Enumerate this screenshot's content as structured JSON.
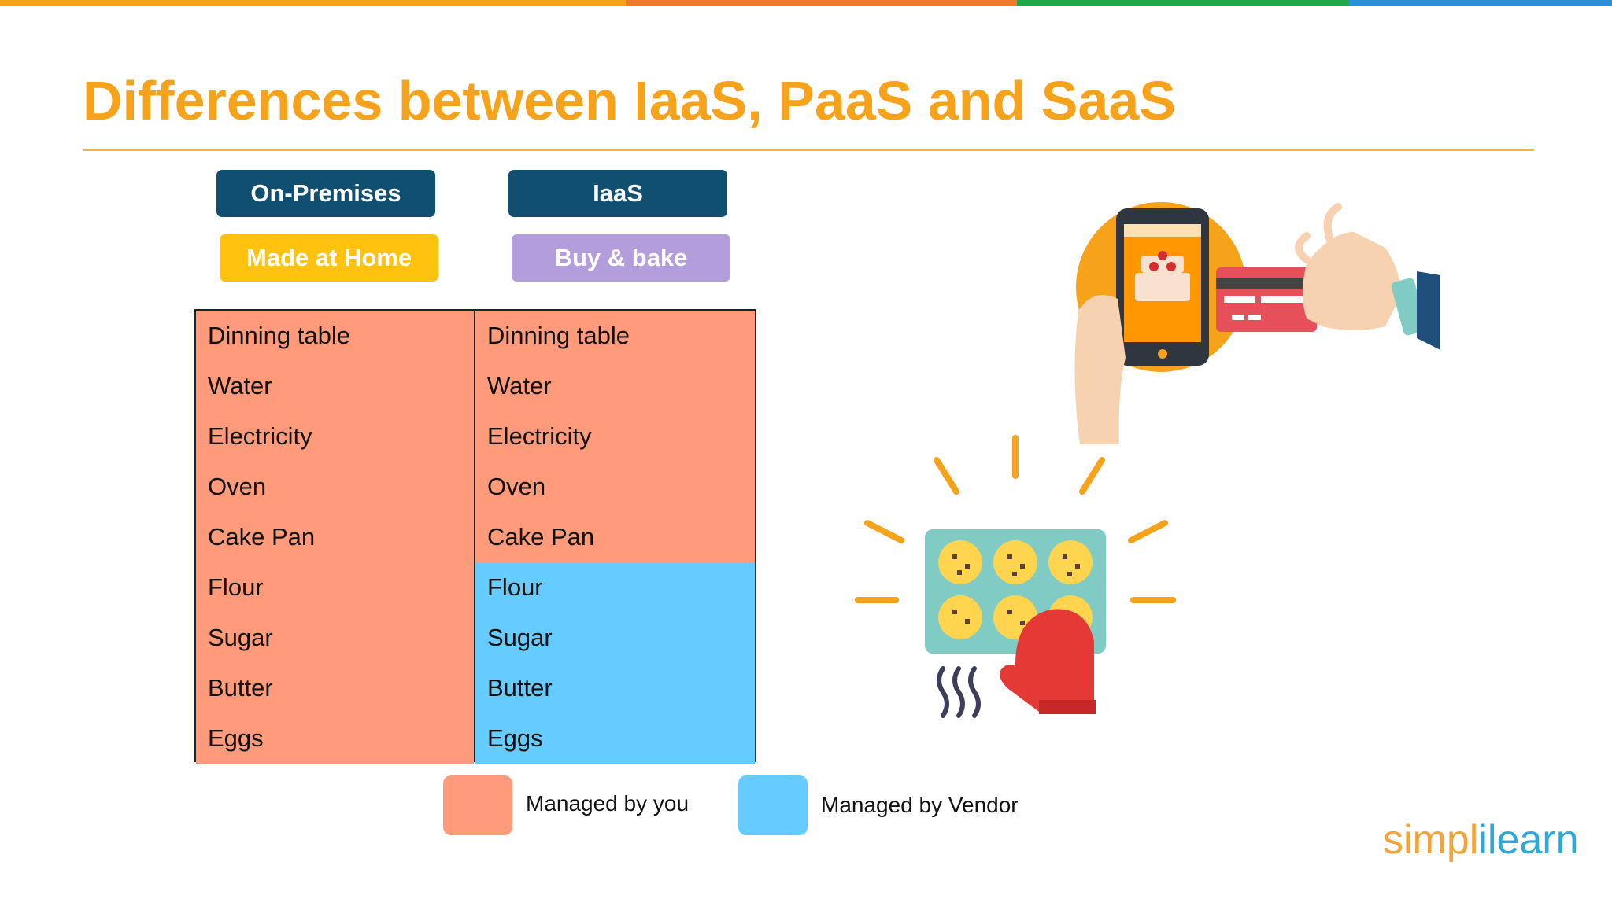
{
  "slide": {
    "title": "Differences between IaaS, PaaS and SaaS",
    "colors": {
      "title": "#F7A21B",
      "rule": "#F2B24A",
      "bar": [
        "#F7A21B",
        "#F07A2C",
        "#1EA84A",
        "#2B8FD8"
      ],
      "managed_by_you": "#FF9B7B",
      "managed_by_vendor": "#66CCFF",
      "header_dark": "#114F71",
      "made_at_home": "#FFC20E",
      "buy_bake": "#B39DDB"
    }
  },
  "columns": [
    {
      "header": "On-Premises",
      "subheader": "Made at Home",
      "rows": [
        {
          "label": "Dinning table",
          "managed": "you"
        },
        {
          "label": "Water",
          "managed": "you"
        },
        {
          "label": "Electricity",
          "managed": "you"
        },
        {
          "label": "Oven",
          "managed": "you"
        },
        {
          "label": "Cake Pan",
          "managed": "you"
        },
        {
          "label": "Flour",
          "managed": "you"
        },
        {
          "label": "Sugar",
          "managed": "you"
        },
        {
          "label": "Butter",
          "managed": "you"
        },
        {
          "label": "Eggs",
          "managed": "you"
        }
      ]
    },
    {
      "header": "IaaS",
      "subheader": "Buy & bake",
      "rows": [
        {
          "label": "Dinning table",
          "managed": "you"
        },
        {
          "label": "Water",
          "managed": "you"
        },
        {
          "label": "Electricity",
          "managed": "you"
        },
        {
          "label": "Oven",
          "managed": "you"
        },
        {
          "label": "Cake Pan",
          "managed": "you"
        },
        {
          "label": "Flour",
          "managed": "vendor"
        },
        {
          "label": "Sugar",
          "managed": "vendor"
        },
        {
          "label": "Butter",
          "managed": "vendor"
        },
        {
          "label": "Eggs",
          "managed": "vendor"
        }
      ]
    }
  ],
  "legend": {
    "you": "Managed by you",
    "vendor": "Managed by Vendor"
  },
  "logo": {
    "part1": "simpl",
    "part2": "ilearn"
  },
  "illustrations": {
    "top": "phone-payment-icon",
    "bottom": "baking-tray-icon"
  }
}
